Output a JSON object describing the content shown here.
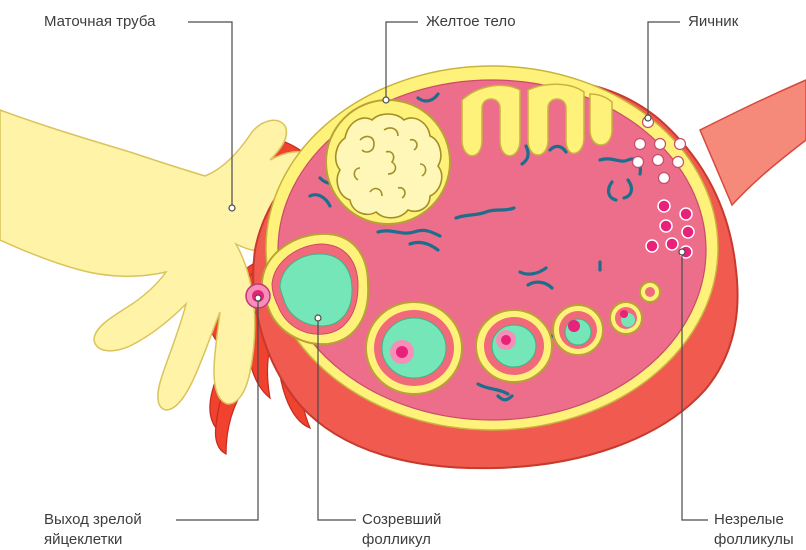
{
  "labels": {
    "tube": "Маточная труба",
    "corpus_luteum": "Желтое тело",
    "ovary": "Яичник",
    "egg_exit_1": "Выход зрелой",
    "egg_exit_2": "яйцеклетки",
    "mature_follicle_1": "Созревший",
    "mature_follicle_2": "фолликул",
    "immature_1": "Незрелые",
    "immature_2": "фолликулы"
  },
  "colors": {
    "ovary_outer": "#f15a4e",
    "ovary_cut_rim": "#fff27a",
    "stroma": "#ec6e8a",
    "tube_fimbriae": "#fff3a8",
    "fimbriae_red": "#f0422e",
    "follicle_fluid": "#74e6b7",
    "oocyte": "#e8217a",
    "vessels": "#1d6e8c",
    "text": "#3d3d3d"
  }
}
